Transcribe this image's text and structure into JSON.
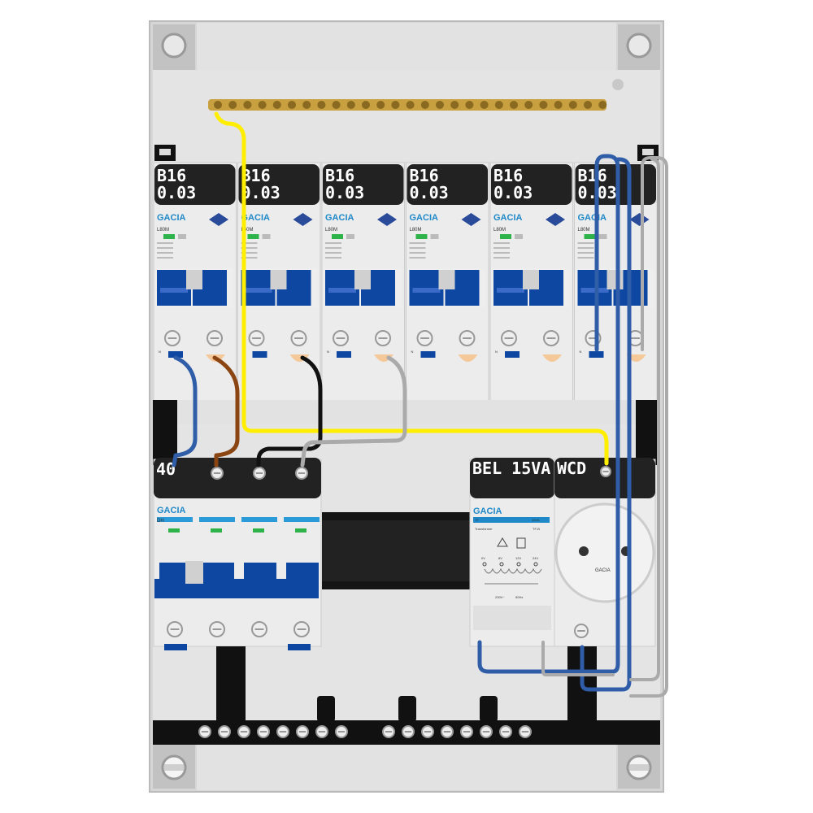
{
  "breakers": [
    {
      "rating": "B16",
      "sensitivity": "0.03",
      "brand": "GACIA",
      "model": "L80M"
    },
    {
      "rating": "B16",
      "sensitivity": "0.03",
      "brand": "GACIA",
      "model": "L80M"
    },
    {
      "rating": "B16",
      "sensitivity": "0.03",
      "brand": "GACIA",
      "model": "L80M"
    },
    {
      "rating": "B16",
      "sensitivity": "0.03",
      "brand": "GACIA",
      "model": "L80M"
    },
    {
      "rating": "B16",
      "sensitivity": "0.03",
      "brand": "GACIA",
      "model": "L80M"
    },
    {
      "rating": "B16",
      "sensitivity": "0.03",
      "brand": "GACIA",
      "model": "L80M"
    }
  ],
  "main_switch": {
    "label": "40",
    "brand": "GACIA",
    "model": "DH"
  },
  "transformer": {
    "label": "BEL 15VA",
    "brand": "GACIA",
    "model": "TF",
    "rating": "15VA",
    "type": "Transformer",
    "code": "TF-B",
    "taps": [
      "0V",
      "8V",
      "12V",
      "24V"
    ],
    "input": "230V~",
    "freq": "50Hz"
  },
  "socket": {
    "label": "WCD",
    "brand": "GACIA"
  },
  "terminal_marks": [
    "N",
    "N",
    "N",
    "N",
    "N",
    "N"
  ],
  "colors": {
    "case": "#d3d3d3",
    "blue": "#0d47a1",
    "brand": "#1e88c8",
    "brass": "#c8a040",
    "wire_yellow": "#ffee00",
    "wire_blue": "#2f5da8",
    "wire_brown": "#8b4513",
    "wire_black": "#111111",
    "wire_grey": "#aaaaaa"
  }
}
